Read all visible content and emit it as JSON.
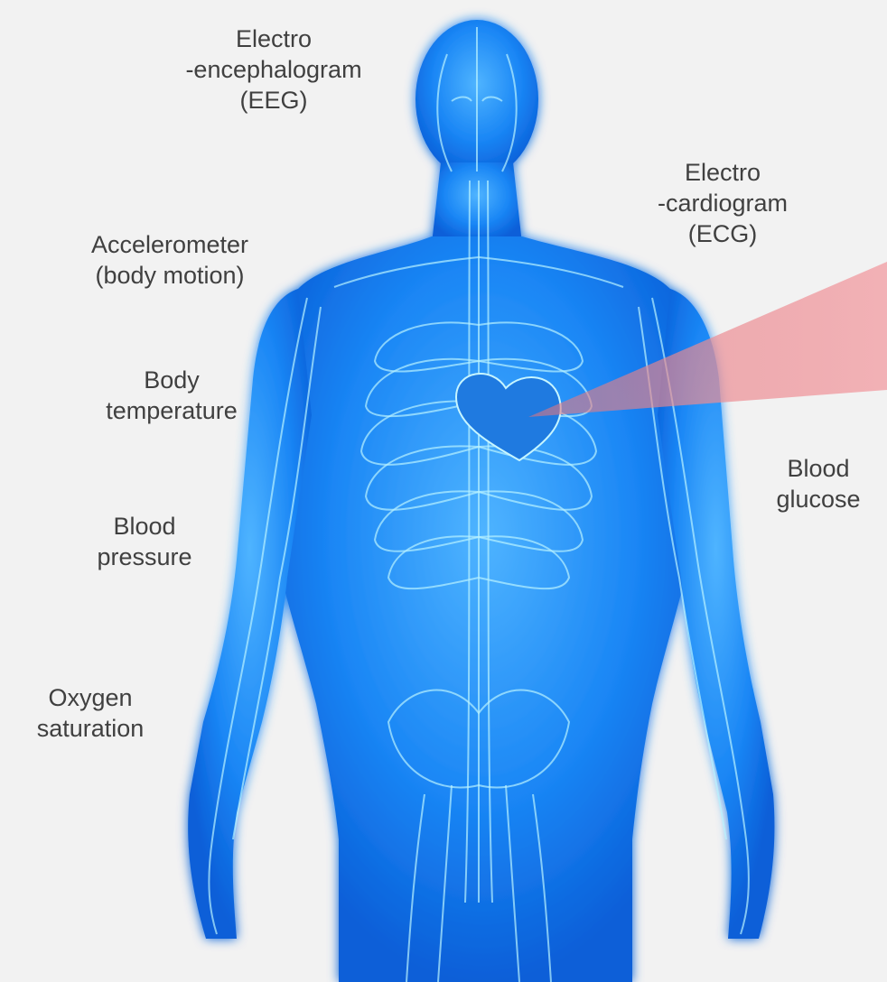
{
  "colors": {
    "background": "#f2f2f2",
    "body_fill": "#1e90ff",
    "body_glow": "#5ad8ff",
    "vessel_lines": "#b8f2ff",
    "beam": "#e5737b",
    "label_text": "#404040"
  },
  "labels": {
    "eeg": {
      "lines": [
        "Electro",
        "-encephalogram",
        "(EEG)"
      ]
    },
    "ecg": {
      "lines": [
        "Electro",
        "-cardiogram",
        "(ECG)"
      ]
    },
    "accelerometer": {
      "lines": [
        "Accelerometer",
        "(body motion)"
      ]
    },
    "body_temperature": {
      "lines": [
        "Body",
        "temperature"
      ]
    },
    "blood_pressure": {
      "lines": [
        "Blood",
        "pressure"
      ]
    },
    "oxygen_saturation": {
      "lines": [
        "Oxygen",
        "saturation"
      ]
    },
    "blood_glucose": {
      "lines": [
        "Blood",
        "glucose"
      ]
    }
  },
  "illustration": {
    "subject": "human-body-vascular-system",
    "highlight": "heart-callout-beam"
  }
}
